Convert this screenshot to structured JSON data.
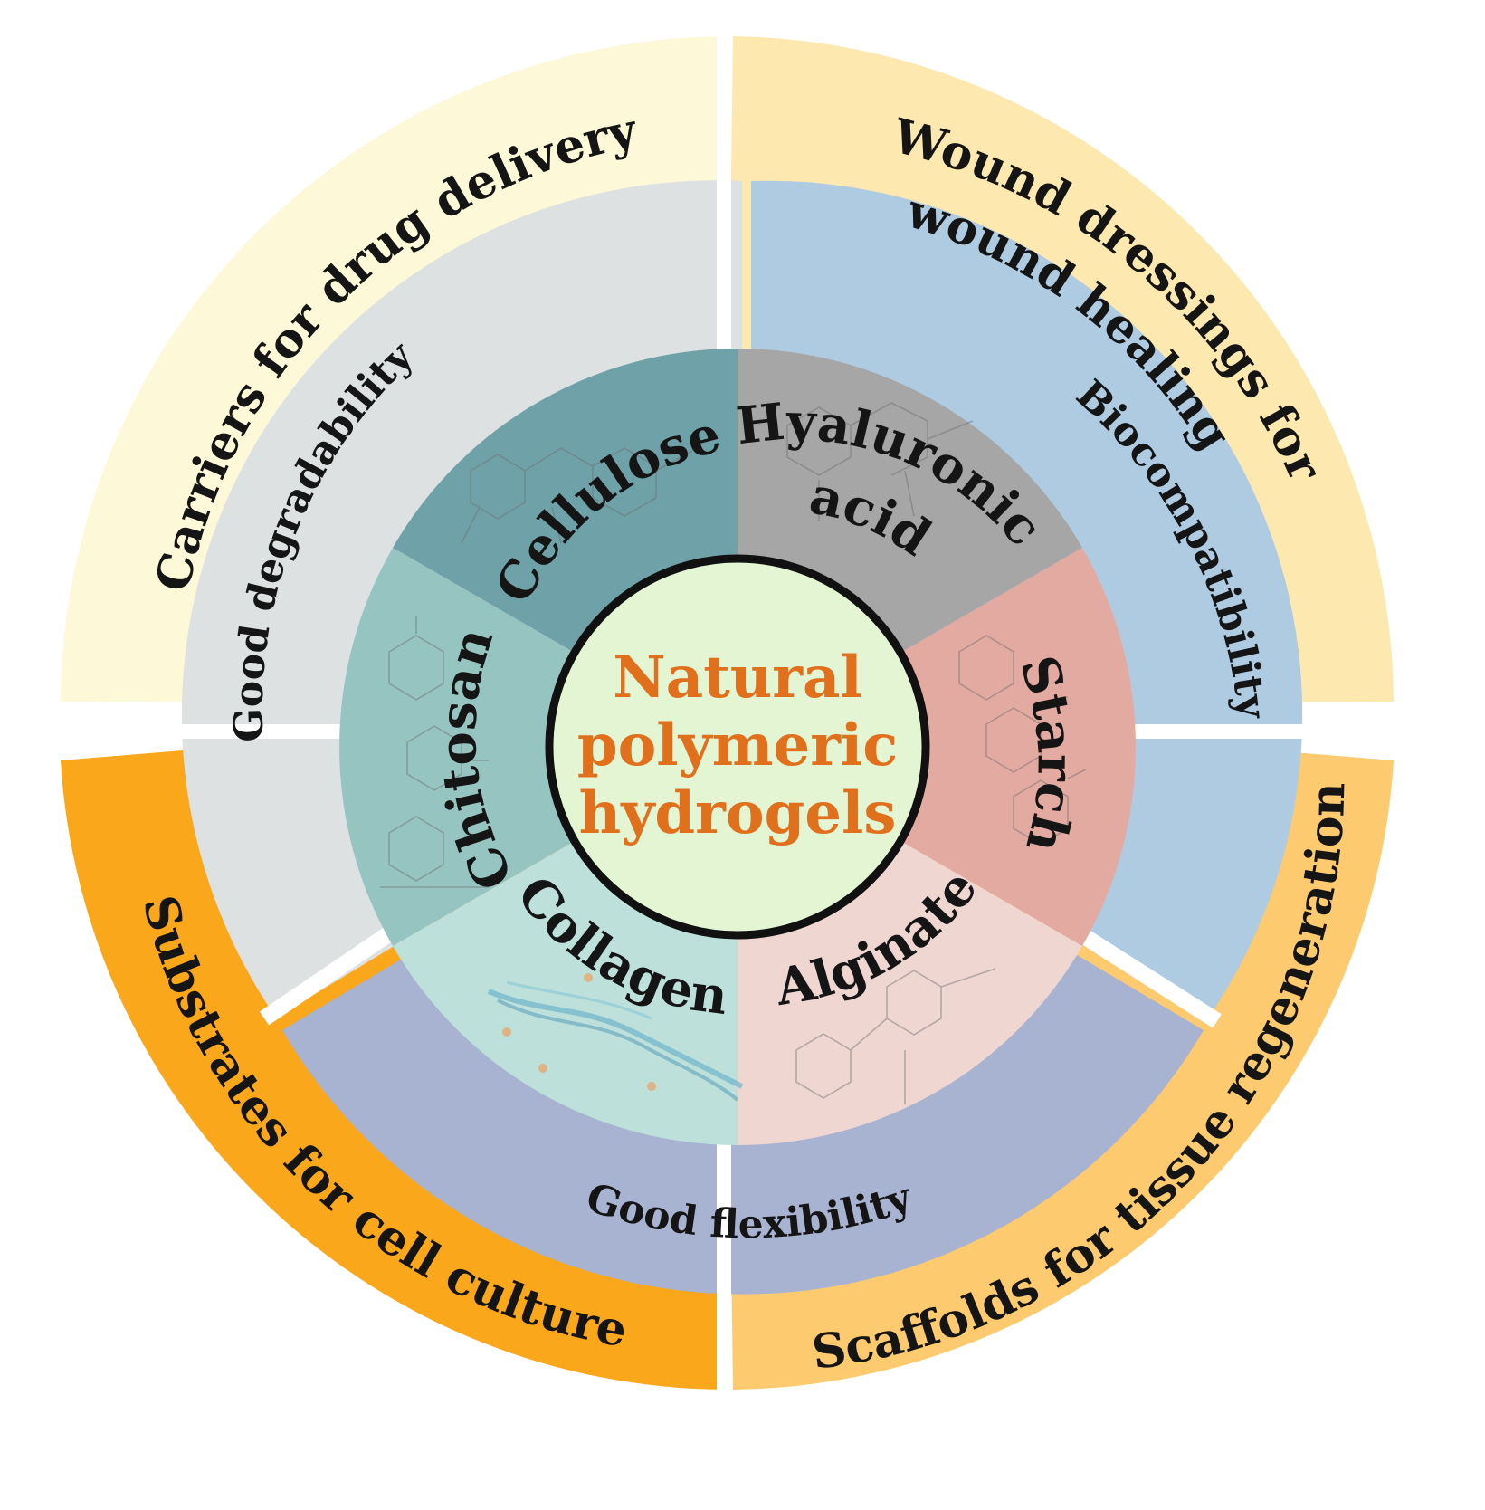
{
  "center": {
    "lines": [
      "Natural",
      "polymeric",
      "hydrogels"
    ],
    "color": "#e0701c"
  },
  "applications": [
    {
      "id": "drug-delivery",
      "lines": [
        "Carriers for drug delivery"
      ],
      "color": "#fdf8d8"
    },
    {
      "id": "wound-healing",
      "lines": [
        "Wound dressings for",
        "wound healing"
      ],
      "color": "#fde8b0"
    },
    {
      "id": "tissue-regeneration",
      "lines": [
        "Scaffolds for tissue regeneration"
      ],
      "color": "#fdca70"
    },
    {
      "id": "cell-culture",
      "lines": [
        "Substrates for cell culture"
      ],
      "color": "#fba71b"
    }
  ],
  "properties": [
    {
      "id": "degradability",
      "label": "Good degradability",
      "color": "#dde1e2"
    },
    {
      "id": "biocompatibility",
      "label": "Biocompatibility",
      "color": "#aecbe2"
    },
    {
      "id": "flexibility",
      "label": "Good flexibility",
      "color": "#a8b3d2"
    }
  ],
  "polymers": [
    {
      "id": "cellulose",
      "lines": [
        "Cellulose"
      ],
      "color": "#6fa2a8"
    },
    {
      "id": "hyaluronic-acid",
      "lines": [
        "Hyaluronic",
        "acid"
      ],
      "color": "#a6a6a6"
    },
    {
      "id": "starch",
      "lines": [
        "Starch"
      ],
      "color": "#e3aaa1"
    },
    {
      "id": "alginate",
      "lines": [
        "Alginate"
      ],
      "color": "#efd6d1"
    },
    {
      "id": "collagen",
      "lines": [
        "Collagen"
      ],
      "color": "#bde0db"
    },
    {
      "id": "chitosan",
      "lines": [
        "Chitosan"
      ],
      "color": "#96c4c1"
    }
  ],
  "center_fill": "#e3f5d3"
}
